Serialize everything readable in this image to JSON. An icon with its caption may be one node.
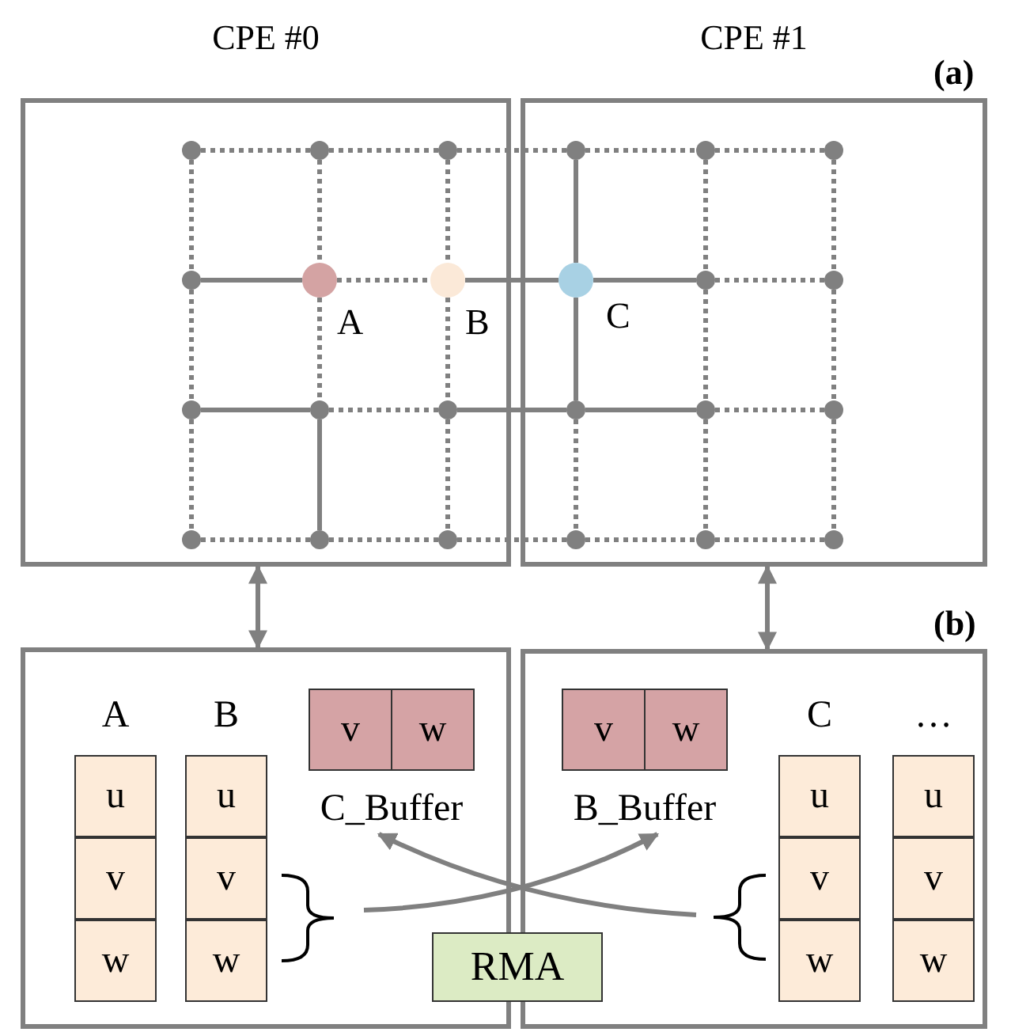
{
  "diagram": {
    "nodes": [
      {
        "text": [
          "CPE #0"
        ]
      },
      {
        "text": [
          "CPE #1"
        ]
      },
      {
        "text": [],
        "shape": "circle",
        "in": 0
      },
      {
        "text": [],
        "shape": "circle",
        "in": 0
      },
      {
        "text": [],
        "shape": "circle",
        "in": 0
      },
      {
        "text": [],
        "shape": "circle",
        "in": 1
      },
      {
        "text": [],
        "shape": "circle",
        "in": 1
      },
      {
        "text": [],
        "shape": "circle",
        "in": 1
      },
      {
        "text": [],
        "shape": "circle",
        "in": 0
      },
      {
        "text": [],
        "shape": "circle",
        "in": 0,
        "beside": [
          "A"
        ]
      },
      {
        "text": [],
        "shape": "circle",
        "in": 0,
        "beside": [
          "B"
        ]
      },
      {
        "text": [],
        "shape": "circle",
        "in": 1,
        "beside": [
          "C"
        ]
      },
      {
        "text": [],
        "shape": "circle",
        "in": 1
      },
      {
        "text": [],
        "shape": "circle",
        "in": 1
      },
      {
        "text": [],
        "shape": "circle",
        "in": 0
      },
      {
        "text": [],
        "shape": "circle",
        "in": 0
      },
      {
        "text": [],
        "shape": "circle",
        "in": 0
      },
      {
        "text": [],
        "shape": "circle",
        "in": 1
      },
      {
        "text": [],
        "shape": "circle",
        "in": 1
      },
      {
        "text": [],
        "shape": "circle",
        "in": 1
      },
      {
        "text": [],
        "shape": "circle",
        "in": 0
      },
      {
        "text": [],
        "shape": "circle",
        "in": 0
      },
      {
        "text": [],
        "shape": "circle",
        "in": 0
      },
      {
        "text": [],
        "shape": "circle",
        "in": 1
      },
      {
        "text": [],
        "shape": "circle",
        "in": 1
      },
      {
        "text": [],
        "shape": "circle",
        "in": 1
      },
      {
        "text": [],
        "shape": "box"
      },
      {
        "text": [
          "A"
        ],
        "in": 26
      },
      {
        "text": [
          "u"
        ],
        "in": 27
      },
      {
        "text": [
          "v"
        ],
        "in": 27
      },
      {
        "text": [
          "w"
        ],
        "in": 27
      },
      {
        "text": [
          "B"
        ],
        "in": 26
      },
      {
        "text": [
          "u"
        ],
        "in": 31
      },
      {
        "text": [
          "v"
        ],
        "in": 31
      },
      {
        "text": [
          "w"
        ],
        "in": 31
      },
      {
        "text": [
          "C_Buffer"
        ],
        "in": 26
      },
      {
        "text": [
          "v"
        ],
        "in": 35
      },
      {
        "text": [
          "w"
        ],
        "in": 35
      },
      {
        "text": [],
        "shape": "box"
      },
      {
        "text": [
          "B_Buffer"
        ],
        "in": 38
      },
      {
        "text": [
          "v"
        ],
        "in": 39
      },
      {
        "text": [
          "w"
        ],
        "in": 39
      },
      {
        "text": [
          "C"
        ],
        "in": 38
      },
      {
        "text": [
          "u"
        ],
        "in": 42
      },
      {
        "text": [
          "v"
        ],
        "in": 42
      },
      {
        "text": [
          "w"
        ],
        "in": 42
      },
      {
        "text": [
          "…"
        ],
        "in": 38
      },
      {
        "text": [
          "u"
        ],
        "in": 46
      },
      {
        "text": [
          "v"
        ],
        "in": 46
      },
      {
        "text": [
          "w"
        ],
        "in": 46
      },
      {
        "text": [
          "RMA"
        ]
      }
    ],
    "edges": [
      {
        "from": 2,
        "to": 3,
        "arrow": "none",
        "style": "dashed"
      },
      {
        "from": 3,
        "to": 4,
        "arrow": "none",
        "style": "dashed"
      },
      {
        "from": 4,
        "to": 5,
        "arrow": "none",
        "style": "dashed"
      },
      {
        "from": 5,
        "to": 6,
        "arrow": "none",
        "style": "dashed"
      },
      {
        "from": 6,
        "to": 7,
        "arrow": "none",
        "style": "dashed"
      },
      {
        "from": 8,
        "to": 9,
        "arrow": "none"
      },
      {
        "from": 9,
        "to": 10,
        "arrow": "none",
        "style": "dashed"
      },
      {
        "from": 10,
        "to": 11,
        "arrow": "none"
      },
      {
        "from": 11,
        "to": 12,
        "arrow": "none"
      },
      {
        "from": 12,
        "to": 13,
        "arrow": "none",
        "style": "dashed"
      },
      {
        "from": 14,
        "to": 15,
        "arrow": "none"
      },
      {
        "from": 15,
        "to": 16,
        "arrow": "none",
        "style": "dashed"
      },
      {
        "from": 16,
        "to": 17,
        "arrow": "none"
      },
      {
        "from": 17,
        "to": 18,
        "arrow": "none"
      },
      {
        "from": 18,
        "to": 19,
        "arrow": "none",
        "style": "dashed"
      },
      {
        "from": 20,
        "to": 21,
        "arrow": "none",
        "style": "dashed"
      },
      {
        "from": 21,
        "to": 22,
        "arrow": "none",
        "style": "dashed"
      },
      {
        "from": 22,
        "to": 23,
        "arrow": "none",
        "style": "dashed"
      },
      {
        "from": 23,
        "to": 24,
        "arrow": "none",
        "style": "dashed"
      },
      {
        "from": 24,
        "to": 25,
        "arrow": "none",
        "style": "dashed"
      },
      {
        "from": 2,
        "to": 8,
        "arrow": "none",
        "style": "dashed"
      },
      {
        "from": 8,
        "to": 14,
        "arrow": "none",
        "style": "dashed"
      },
      {
        "from": 14,
        "to": 20,
        "arrow": "none",
        "style": "dashed"
      },
      {
        "from": 3,
        "to": 9,
        "arrow": "none",
        "style": "dashed"
      },
      {
        "from": 9,
        "to": 15,
        "arrow": "none",
        "style": "dashed"
      },
      {
        "from": 15,
        "to": 21,
        "arrow": "none"
      },
      {
        "from": 4,
        "to": 10,
        "arrow": "none",
        "style": "dashed"
      },
      {
        "from": 10,
        "to": 16,
        "arrow": "none",
        "style": "dashed"
      },
      {
        "from": 16,
        "to": 22,
        "arrow": "none",
        "style": "dashed"
      },
      {
        "from": 5,
        "to": 11,
        "arrow": "none"
      },
      {
        "from": 11,
        "to": 17,
        "arrow": "none"
      },
      {
        "from": 17,
        "to": 23,
        "arrow": "none",
        "style": "dashed"
      },
      {
        "from": 6,
        "to": 12,
        "arrow": "none",
        "style": "dashed"
      },
      {
        "from": 12,
        "to": 18,
        "arrow": "none",
        "style": "dashed"
      },
      {
        "from": 18,
        "to": 24,
        "arrow": "none",
        "style": "dashed"
      },
      {
        "from": 7,
        "to": 13,
        "arrow": "none",
        "style": "dashed"
      },
      {
        "from": 13,
        "to": 19,
        "arrow": "none",
        "style": "dashed"
      },
      {
        "from": 19,
        "to": 25,
        "arrow": "none",
        "style": "dashed"
      },
      {
        "from": 0,
        "to": 26,
        "arrow": "both"
      },
      {
        "from": 1,
        "to": 38,
        "arrow": "both"
      },
      {
        "from": null,
        "to": 39,
        "arrow": "to"
      },
      {
        "from": null,
        "to": 35,
        "arrow": "to"
      }
    ],
    "labels": [
      "(a)",
      "(b)"
    ]
  }
}
